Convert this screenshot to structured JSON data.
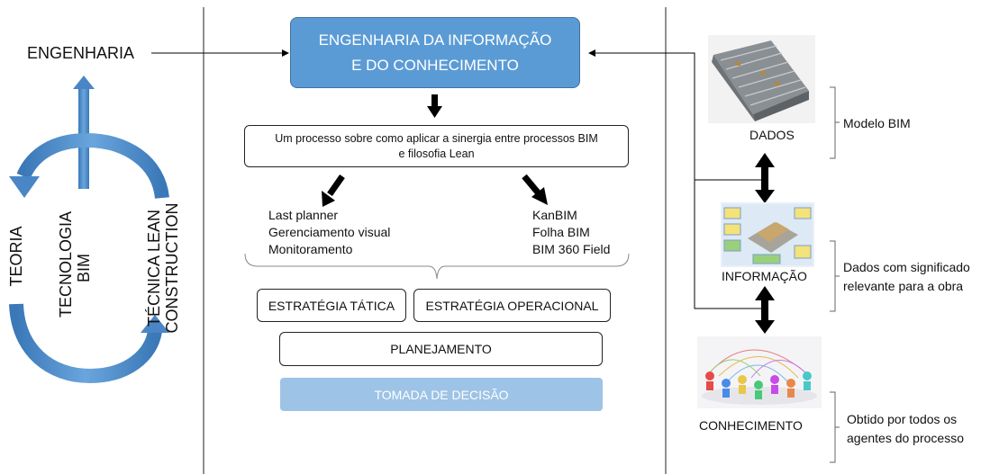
{
  "left": {
    "engenharia": "ENGENHARIA",
    "teoria": "TEORIA",
    "tecnologia": [
      "TECNOLOGIA",
      "BIM"
    ],
    "tecnica": [
      "TÉCNICA LEAN",
      "CONSTRUCTION"
    ]
  },
  "center": {
    "main_title": [
      "ENGENHARIA DA INFORMAÇÃO",
      "E DO CONHECIMENTO"
    ],
    "process_text": [
      "Um processo sobre como aplicar a sinergia entre processos BIM",
      "e filosofia Lean"
    ],
    "lean_items": [
      "Last planner",
      "Gerenciamento visual",
      "Monitoramento"
    ],
    "bim_items": [
      "KanBIM",
      "Folha BIM",
      "BIM 360 Field"
    ],
    "strategy_tactical": "ESTRATÉGIA TÁTICA",
    "strategy_operational": "ESTRATÉGIA OPERACIONAL",
    "planning": "PLANEJAMENTO",
    "decision": "TOMADA DE DECISÃO"
  },
  "right": {
    "dados": "DADOS",
    "dados_note": "Modelo BIM",
    "informacao": "INFORMAÇÃO",
    "informacao_note": [
      "Dados com significado",
      "relevante para a obra"
    ],
    "conhecimento": "CONHECIMENTO",
    "conhecimento_note": [
      "Obtido por todos os",
      "agentes do processo"
    ]
  },
  "colors": {
    "main_box": "#5b9bd5",
    "decision_box": "#9dc3e6",
    "cycle_arrow": "#4a86c5"
  }
}
